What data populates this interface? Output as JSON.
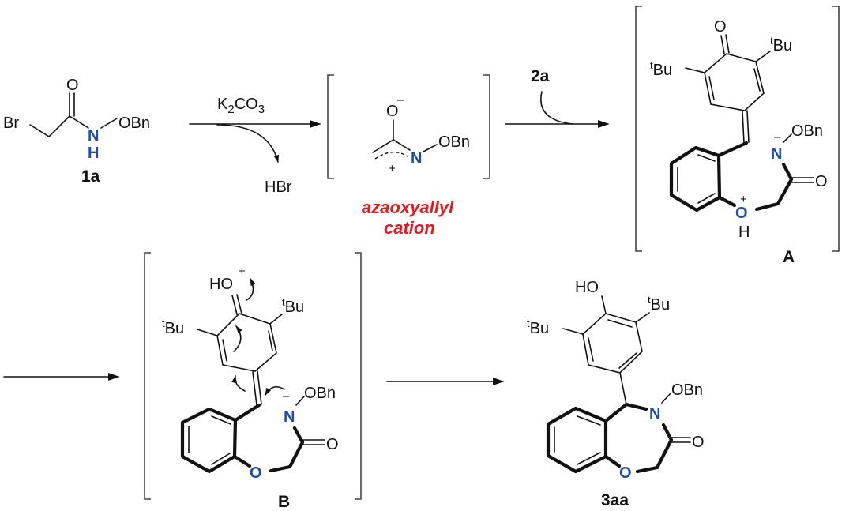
{
  "compound_1a": {
    "br": "Br",
    "o": "O",
    "n": "N",
    "h": "H",
    "obn": "OBn",
    "label": "1a"
  },
  "step1": {
    "reagent_k": "K",
    "reagent_sub2": "2",
    "reagent_co": "CO",
    "reagent_sub3": "3",
    "byproduct": "HBr"
  },
  "intermediate_cation": {
    "o": "O",
    "charge_minus": "–",
    "n": "N",
    "obn": "OBn",
    "charge_plus": "+",
    "name_line1": "azaoxyallyl",
    "name_line2": "cation"
  },
  "step2": {
    "reagent": "2a"
  },
  "intermediate_A": {
    "o": "O",
    "tbu_sup": "t",
    "tbu": "Bu",
    "n": "N",
    "charge_minus": "–",
    "obn": "OBn",
    "o_ring": "O",
    "charge_plus": "+",
    "h": "H",
    "carbonyl_o": "O",
    "label": "A"
  },
  "intermediate_B": {
    "ho": "HO",
    "charge_plus": "+",
    "tbu_sup": "t",
    "tbu": "Bu",
    "n": "N",
    "charge_minus": "–",
    "obn": "OBn",
    "o_ring": "O",
    "carbonyl_o": "O",
    "label": "B"
  },
  "product_3aa": {
    "ho": "HO",
    "tbu_sup": "t",
    "tbu": "Bu",
    "n": "N",
    "obn": "OBn",
    "o_ring": "O",
    "carbonyl_o": "O",
    "label": "3aa"
  },
  "colors": {
    "nitrogen_oxygen": "#1f4ea8",
    "highlight": "#e8191b"
  }
}
